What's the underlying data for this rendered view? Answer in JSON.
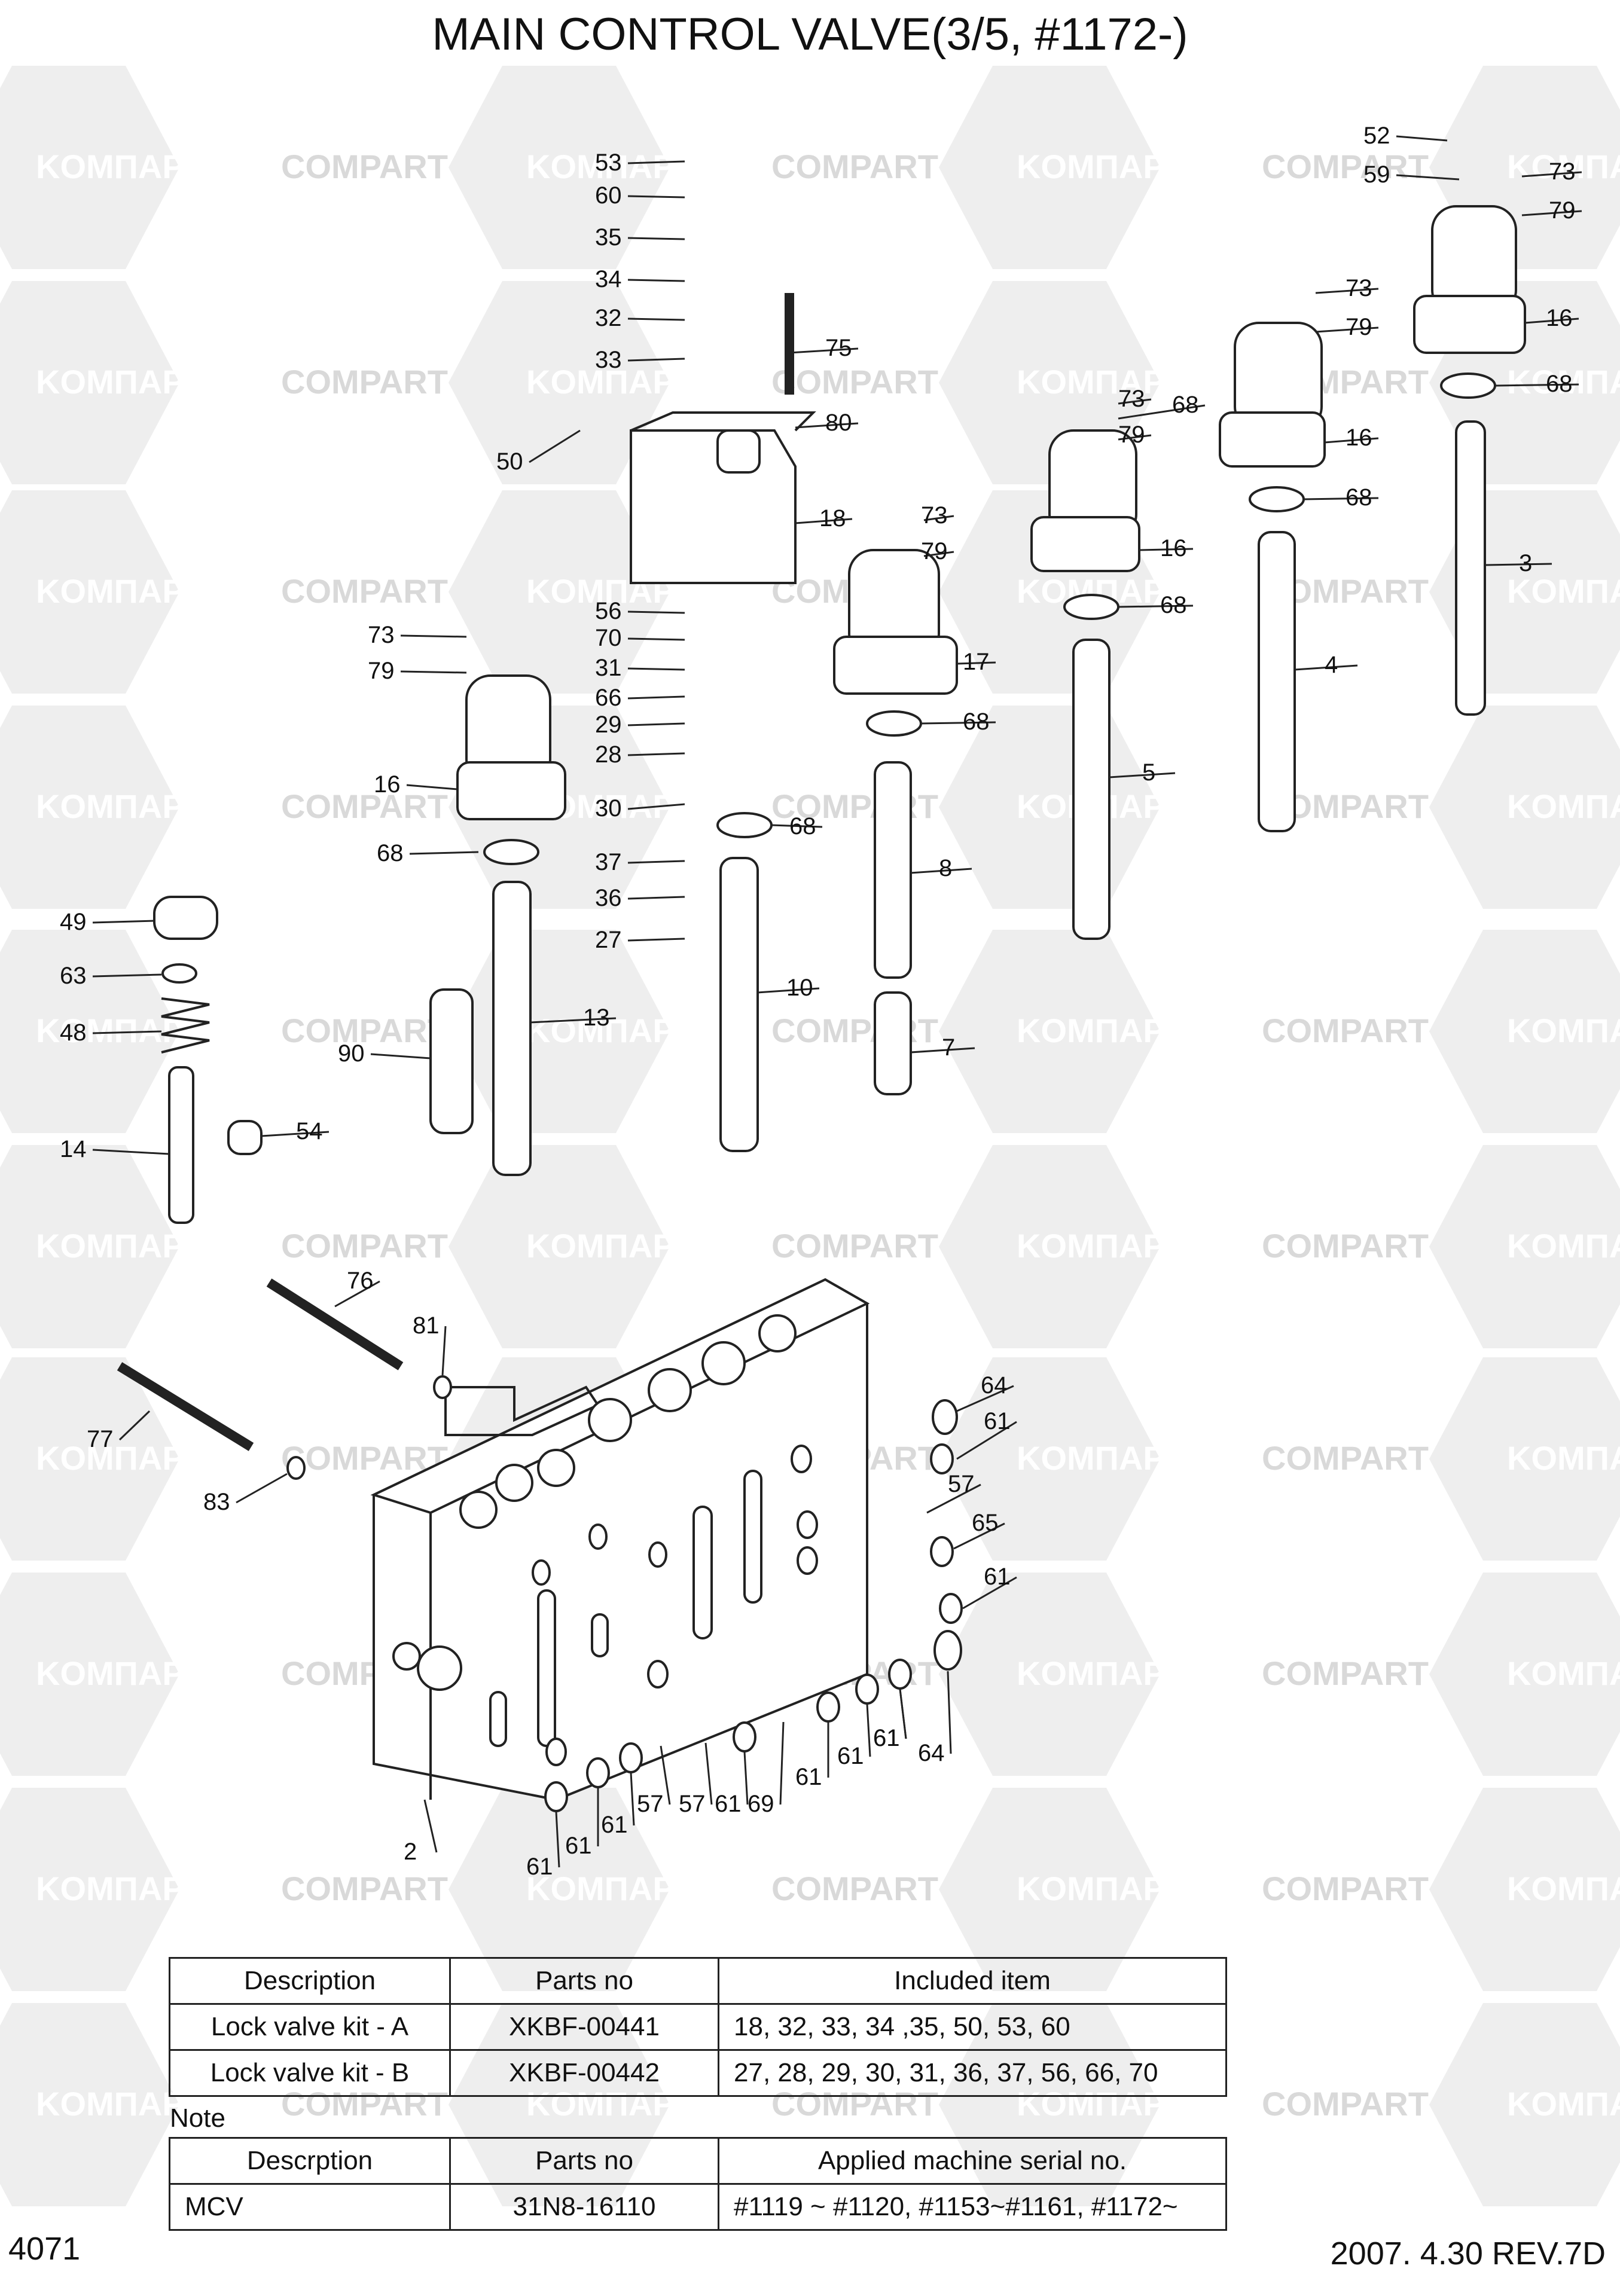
{
  "title": "MAIN CONTROL VALVE(3/5, #1172-)",
  "watermark": [
    "KOMПАРТ",
    "COMPART"
  ],
  "callouts": [
    "2",
    "3",
    "4",
    "5",
    "7",
    "8",
    "10",
    "13",
    "14",
    "16",
    "16",
    "16",
    "16",
    "17",
    "18",
    "27",
    "28",
    "29",
    "30",
    "31",
    "32",
    "33",
    "34",
    "35",
    "36",
    "37",
    "48",
    "49",
    "50",
    "52",
    "53",
    "54",
    "56",
    "57",
    "57",
    "57",
    "59",
    "60",
    "61",
    "61",
    "61",
    "61",
    "61",
    "61",
    "61",
    "61",
    "61",
    "61",
    "63",
    "64",
    "64",
    "65",
    "66",
    "68",
    "68",
    "68",
    "68",
    "68",
    "68",
    "68",
    "69",
    "70",
    "73",
    "73",
    "73",
    "73",
    "73",
    "75",
    "76",
    "77",
    "79",
    "79",
    "79",
    "79",
    "79",
    "80",
    "81",
    "83",
    "90"
  ],
  "kit_table": {
    "headers": [
      "Description",
      "Parts no",
      "Included item"
    ],
    "rows": [
      [
        "Lock valve kit - A",
        "XKBF-00441",
        "18, 32, 33, 34 ,35, 50, 53, 60"
      ],
      [
        "Lock valve kit - B",
        "XKBF-00442",
        "27, 28, 29, 30, 31, 36, 37, 56, 66, 70"
      ]
    ]
  },
  "note_label": "Note",
  "serial_table": {
    "headers": [
      "Descrption",
      "Parts no",
      "Applied machine serial no."
    ],
    "rows": [
      [
        "MCV",
        "31N8-16110",
        "#1119 ~ #1120, #1153~#1161, #1172~"
      ]
    ]
  },
  "page_code": "4071",
  "date_rev": "2007. 4.30  REV.7D",
  "colors": {
    "line": "#222222",
    "watermark": "#d9d9d9"
  }
}
